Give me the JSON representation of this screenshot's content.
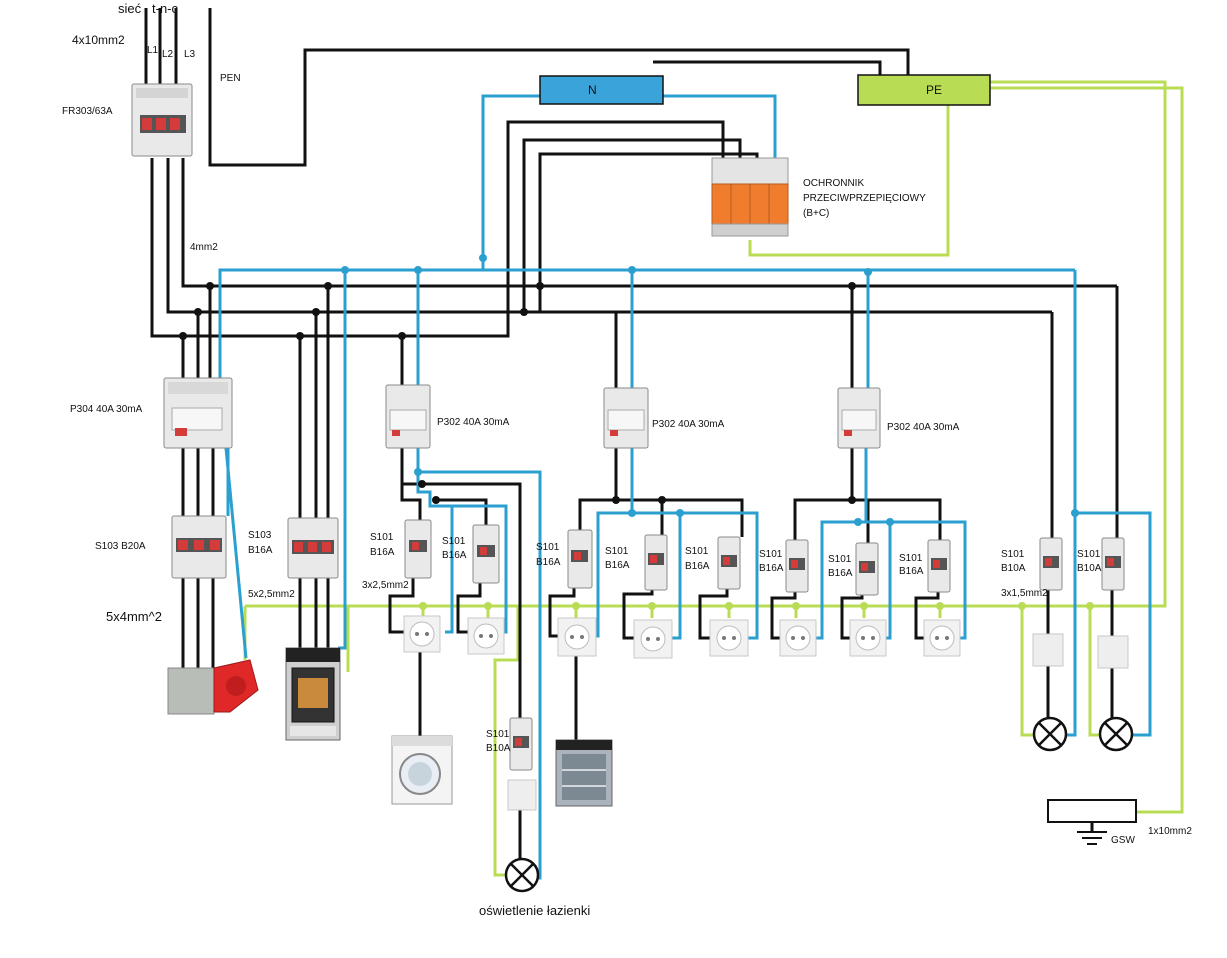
{
  "supply": {
    "siec": "sieć",
    "tnc": "t-n-c",
    "cable_main": "4x10mm2",
    "l1": "L1",
    "l2": "L2",
    "l3": "L3",
    "pen": "PEN",
    "main_breaker": "FR303/63A",
    "cable_4mm": "4mm2"
  },
  "bus": {
    "n_label": "N",
    "pe_label": "PE",
    "n_color": "#3aa4da",
    "pe_color": "#b8dc54"
  },
  "surge": {
    "line1": "OCHRONNIK",
    "line2": "PRZECIWPRZEPIĘCIOWY",
    "line3": "(B+C)"
  },
  "rcds": {
    "p304": "P304 40A 30mA",
    "p302_a": "P302 40A 30mA",
    "p302_b": "P302 40A 30mA",
    "p302_c": "P302 40A 30mA"
  },
  "breakers": {
    "s103_b20": "S103 B20A",
    "s103_b16_l1": "S103",
    "s103_b16_l2": "B16A",
    "cable_5x4": "5x4mm^2",
    "cable_5x25": "5x2,5mm2",
    "s101": "S101",
    "b16a": "B16A",
    "b10a": "B10A",
    "cable_3x25": "3x2,5mm2",
    "cable_3x15": "3x1,5mm2"
  },
  "loads": {
    "bathroom_light": "oświetlenie łazienki",
    "gsw": "GSW",
    "earth_cable": "1x10mm2"
  },
  "colors": {
    "wire_black": "#111111",
    "wire_blue": "#2a9fd0",
    "wire_green": "#b8dc54",
    "socket_red": "#e02828",
    "surge_orange": "#f07d2e"
  }
}
